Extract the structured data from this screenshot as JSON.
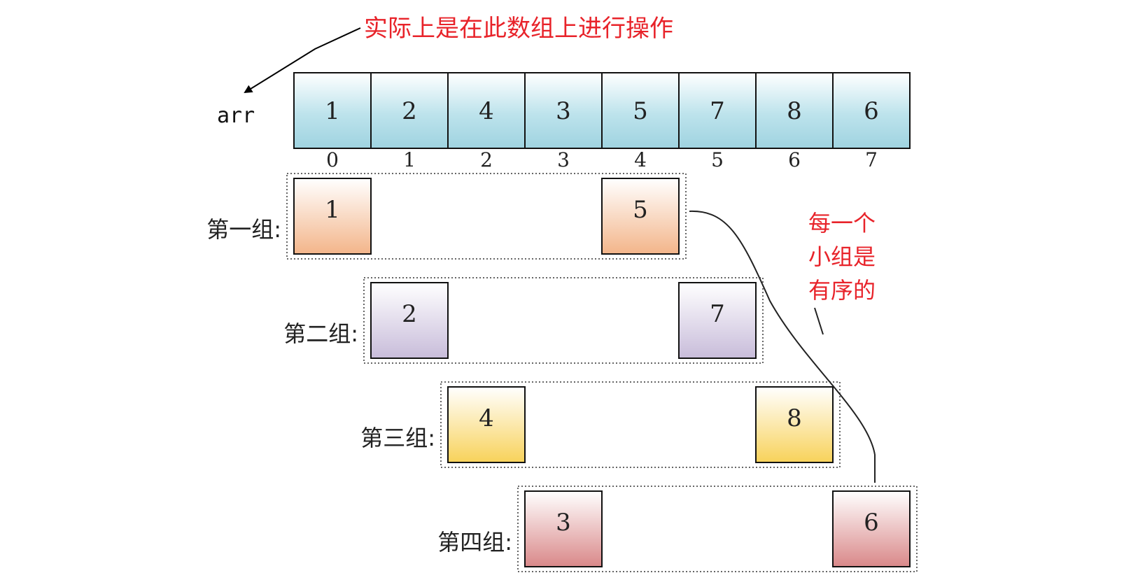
{
  "annotation_top": "实际上是在此数组上进行操作",
  "annotation_side": [
    "每一个",
    "小组是",
    "有序的"
  ],
  "array": {
    "label": "arr",
    "values": [
      "1",
      "2",
      "4",
      "3",
      "5",
      "7",
      "8",
      "6"
    ],
    "indices": [
      "0",
      "1",
      "2",
      "3",
      "4",
      "5",
      "6",
      "7"
    ]
  },
  "groups": [
    {
      "label": "第一组:",
      "values": [
        "1",
        "5"
      ],
      "color": "#f6c9a6"
    },
    {
      "label": "第二组:",
      "values": [
        "2",
        "7"
      ],
      "color": "#d9d1e6"
    },
    {
      "label": "第三组:",
      "values": [
        "4",
        "8"
      ],
      "color": "#fbe08a"
    },
    {
      "label": "第四组:",
      "values": [
        "3",
        "6"
      ],
      "color": "#e3a9aa"
    }
  ],
  "colors": {
    "array_cell": "#bde3ec",
    "annotation": "#e8232a"
  }
}
